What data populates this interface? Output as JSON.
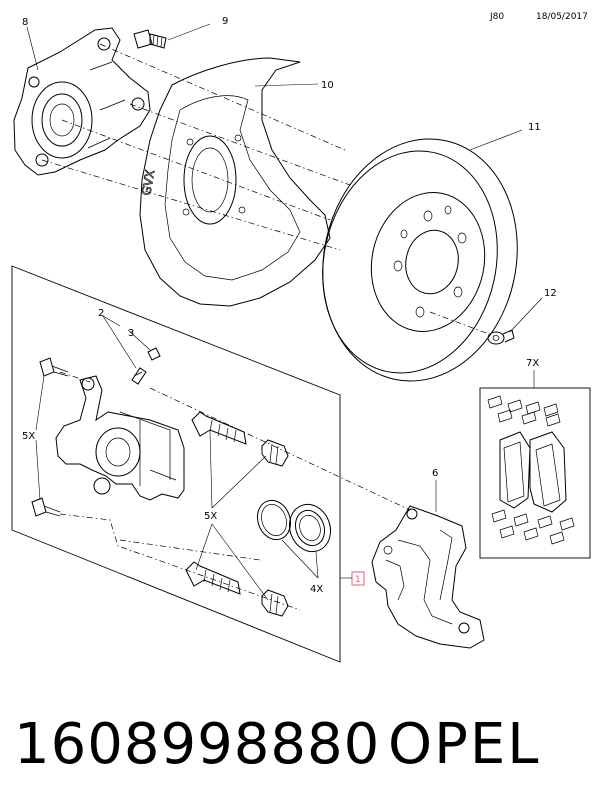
{
  "header": {
    "code": "J80",
    "date": "18/05/2017"
  },
  "callouts": {
    "c1": "1",
    "c2": "2",
    "c3": "3",
    "c4": "4X",
    "c5a": "5X",
    "c5b": "5X",
    "c6": "6",
    "c7": "7X",
    "c8": "8",
    "c9": "9",
    "c10": "10",
    "c11": "11",
    "c12": "12"
  },
  "footer": {
    "part_number": "1608998880",
    "brand": "OPEL"
  },
  "colors": {
    "reference_marker": "#e06070"
  }
}
